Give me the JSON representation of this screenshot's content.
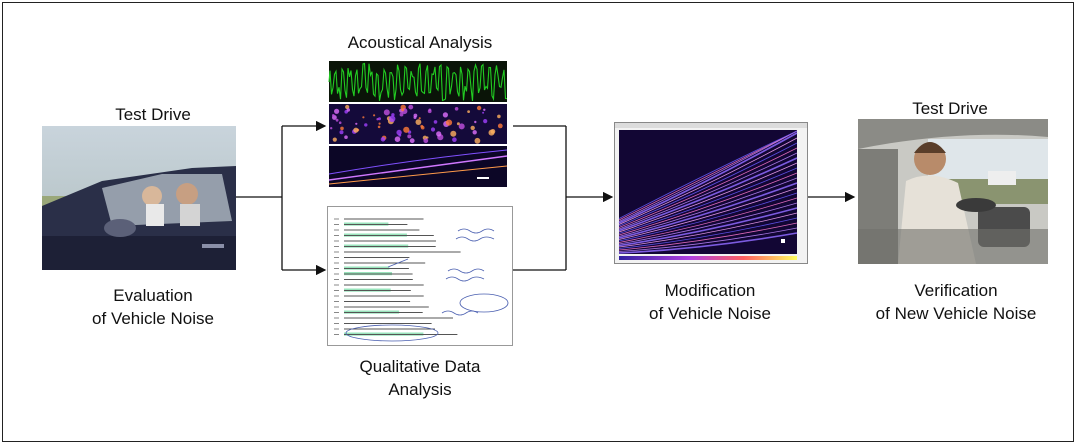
{
  "stages": {
    "test_drive_left": {
      "title": "Test Drive",
      "caption_line1": "Evaluation",
      "caption_line2": "of Vehicle Noise"
    },
    "acoustical": {
      "title": "Acoustical Analysis"
    },
    "qualitative": {
      "caption_line1": "Qualitative Data",
      "caption_line2": "Analysis"
    },
    "modification": {
      "caption_line1": "Modification",
      "caption_line2": "of Vehicle Noise"
    },
    "test_drive_right": {
      "title": "Test Drive",
      "caption_line1": "Verification",
      "caption_line2": "of New Vehicle Noise"
    }
  },
  "colors": {
    "waveform": "#22cc22",
    "spectrogram_bg": "#140a3a",
    "arrow": "#111111"
  }
}
